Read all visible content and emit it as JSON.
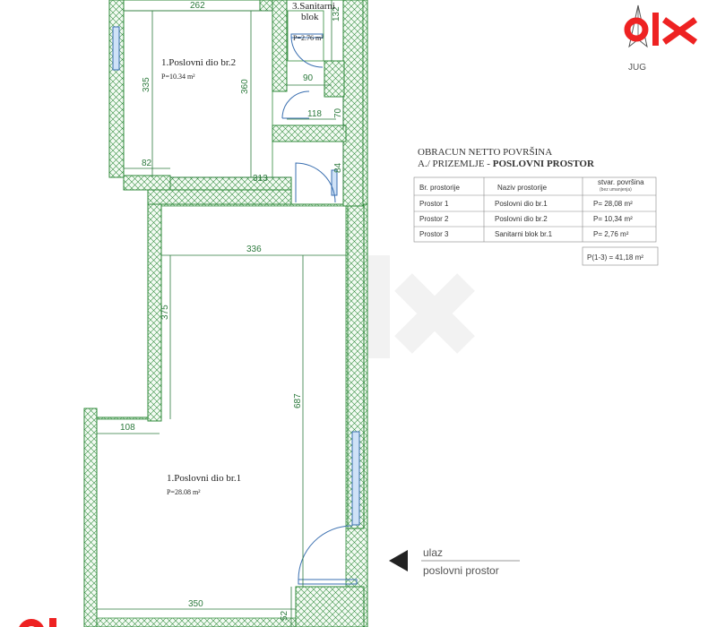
{
  "compass": {
    "label": "JUG"
  },
  "brand": {
    "name": "olx"
  },
  "rooms": [
    {
      "number": "1.",
      "name": "Poslovni dio br.2",
      "area": "P=10.34 m²"
    },
    {
      "number": "3.",
      "name": "Sanitarni",
      "name2": "blok",
      "area": "P=2.76 m²"
    },
    {
      "number": "1.",
      "name": "Poslovni dio br.1",
      "area": "P=28.08 m²"
    }
  ],
  "dimensions": [
    "262",
    "132",
    "335",
    "360",
    "90",
    "118",
    "70",
    "82",
    "313",
    "84",
    "336",
    "375",
    "687",
    "108",
    "350",
    "52"
  ],
  "summary": {
    "title": "OBRACUN NETTO  POVRŠINA",
    "subtitle_prefix": "A./ PRIZEMLJE - ",
    "subtitle_bold": "POSLOVNI PROSTOR",
    "headers": [
      "Br. prostorije",
      "Naziv prostorije",
      "stvar. površina"
    ],
    "header_note": "(bez umanjenja)",
    "rows": [
      {
        "id": "Prostor  1",
        "name": "Poslovni dio br.1",
        "area": "P=   28,08 m²"
      },
      {
        "id": "Prostor  2",
        "name": "Poslovni dio br.2",
        "area": "P=   10,34 m²"
      },
      {
        "id": "Prostor  3",
        "name": "Sanitarni blok br.1",
        "area": "P=     2,76 m²"
      }
    ],
    "total": "P(1-3) = 41,18 m²"
  },
  "entrance": {
    "line1": "ulaz",
    "line2": "poslovni prostor"
  },
  "colors": {
    "wall_hatch": "#2f8a3a",
    "dimension": "#2d7a3d",
    "brand": "#e22222",
    "window": "#3a6fb0"
  }
}
